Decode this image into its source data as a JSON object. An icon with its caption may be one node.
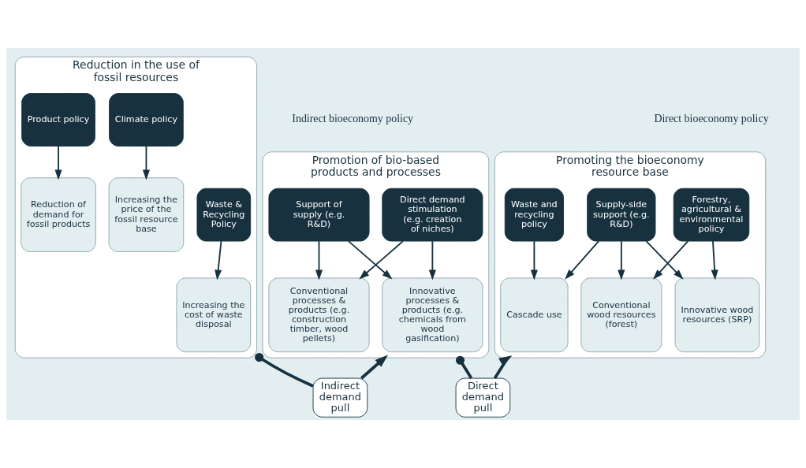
{
  "diagram": {
    "nodes": [
      {
        "text": [
          "Promoting the bioeconomy resource base"
        ]
      },
      {
        "text": [
          "Forestry, agricultural & environmental policy"
        ],
        "in": 0
      },
      {
        "text": [
          "Supply-side support (e.g. R&D)"
        ],
        "in": 0
      },
      {
        "text": [
          "Waste and recycling policy"
        ],
        "in": 0
      },
      {
        "text": [
          "Conventional wood resources (forest)"
        ],
        "in": 0
      },
      {
        "text": [
          "Innovative wood resources (SRP)"
        ],
        "in": 0
      },
      {
        "text": [
          "Cascade use"
        ],
        "in": 0
      },
      {
        "text": [
          "Promotion of bio-based products and processes"
        ]
      },
      {
        "text": [
          "Direct demand stimulation (e.g. creation of niches)"
        ],
        "in": 7
      },
      {
        "text": [
          "Support of supply (e.g. R&D)"
        ],
        "in": 7
      },
      {
        "text": [
          "Conventional processes & products (e.g. construction timber, wood pellets)"
        ],
        "in": 7
      },
      {
        "text": [
          "Innovative processes & products (e.g. chemicals from wood gasification)"
        ],
        "in": 7
      },
      {
        "text": [
          "Reduction in the use of fossil resources"
        ]
      },
      {
        "text": [
          "Climate policy"
        ],
        "in": 12
      },
      {
        "text": [
          "Product policy"
        ],
        "in": 12
      },
      {
        "text": [
          "Waste & Recycling Policy"
        ],
        "in": 12
      },
      {
        "text": [
          "Increasing the price of the fossil resource base"
        ],
        "in": 12
      },
      {
        "text": [
          "Reduction of demand for fossil products"
        ],
        "in": 12
      },
      {
        "text": [
          "Increasing the cost of waste disposal"
        ],
        "in": 12
      },
      {
        "text": [
          "Direct demand pull"
        ]
      },
      {
        "text": [
          "Indirect demand pull"
        ]
      }
    ],
    "edges": [
      {
        "from": 1,
        "to": 4,
        "arrow": "to"
      },
      {
        "from": 1,
        "to": 5,
        "arrow": "to"
      },
      {
        "from": 2,
        "to": 4,
        "arrow": "to"
      },
      {
        "from": 2,
        "to": 5,
        "arrow": "to"
      },
      {
        "from": 2,
        "to": 6,
        "arrow": "to"
      },
      {
        "from": 3,
        "to": 6,
        "arrow": "to"
      },
      {
        "from": 8,
        "to": 10,
        "arrow": "to"
      },
      {
        "from": 8,
        "to": 11,
        "arrow": "to"
      },
      {
        "from": 9,
        "to": 10,
        "arrow": "to"
      },
      {
        "from": 9,
        "to": 11,
        "arrow": "to"
      },
      {
        "from": 13,
        "to": 16,
        "arrow": "to"
      },
      {
        "from": 14,
        "to": 17,
        "arrow": "to"
      },
      {
        "from": 15,
        "to": 18,
        "arrow": "to"
      },
      {
        "from": 7,
        "to": 19,
        "arrow": "other",
        "style": "thick"
      },
      {
        "from": 19,
        "to": 0,
        "arrow": "to",
        "style": "thick"
      },
      {
        "from": 12,
        "to": 20,
        "arrow": "other",
        "style": "thick"
      },
      {
        "from": 20,
        "to": 7,
        "arrow": "to",
        "style": "thick"
      }
    ],
    "labels": [
      "Direct bioeconomy policy",
      "Indirect bioeconomy policy"
    ]
  }
}
